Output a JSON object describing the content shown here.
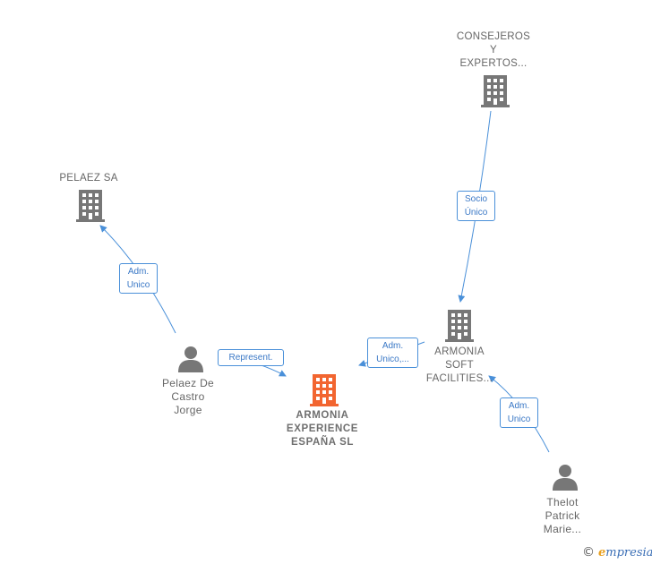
{
  "nodes": {
    "consejeros": {
      "label": "CONSEJEROS\nY\nEXPERTOS...",
      "icon": "building-icon",
      "color": "#777777"
    },
    "pelaez_sa": {
      "label": "PELAEZ SA",
      "icon": "building-icon",
      "color": "#777777"
    },
    "armonia_soft": {
      "label": "ARMONIA\nSOFT\nFACILITIES...",
      "icon": "building-icon",
      "color": "#777777"
    },
    "armonia_exp": {
      "label": "ARMONIA\nEXPERIENCE\nESPAÑA  SL",
      "icon": "building-icon",
      "color": "#f26530"
    },
    "pelaez_jorge": {
      "label": "Pelaez De\nCastro\nJorge",
      "icon": "person-icon",
      "color": "#777777"
    },
    "thelot": {
      "label": "Thelot\nPatrick\nMarie...",
      "icon": "person-icon",
      "color": "#777777"
    }
  },
  "edges": {
    "socio_unico": "Socio\nÚnico",
    "adm_unico_pelaez": "Adm.\nUnico",
    "represent": "Represent.",
    "adm_unico_armonia": "Adm.\nUnico,...",
    "adm_unico_thelot": "Adm.\nUnico"
  },
  "edge_color": "#4a90d9",
  "brand": {
    "copyright": "©",
    "initial": "e",
    "name": "mpresia"
  }
}
